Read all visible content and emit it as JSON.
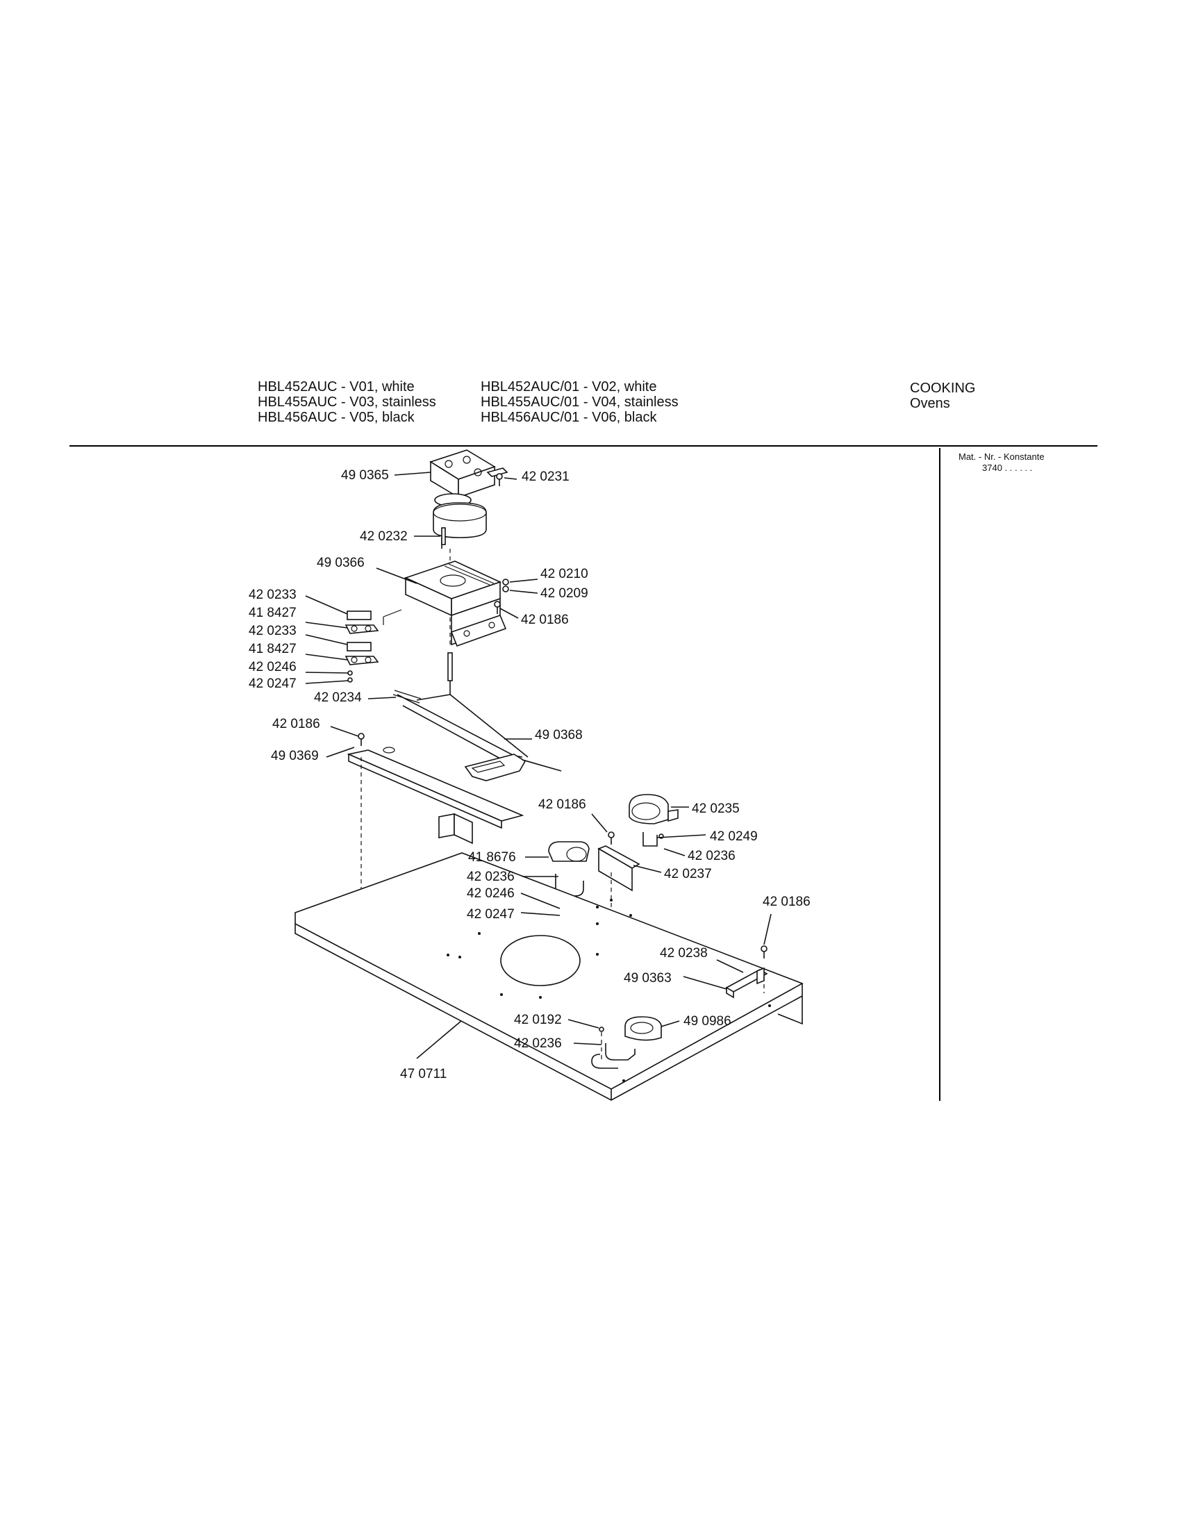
{
  "header": {
    "models_left": [
      "HBL452AUC - V01, white",
      "HBL455AUC - V03, stainless",
      "HBL456AUC - V05, black"
    ],
    "models_right": [
      "HBL452AUC/01 - V02, white",
      "HBL455AUC/01 - V04, stainless",
      "HBL456AUC/01 - V06, black"
    ],
    "category": "COOKING",
    "subcategory": "Ovens"
  },
  "mat_nr": {
    "label": "Mat. - Nr. - Konstante",
    "value": "3740 . .   . . . ."
  },
  "callouts": [
    "49 0365",
    "42 0231",
    "42 0232",
    "49 0366",
    "42 0210",
    "42 0209",
    "42 0186",
    "42 0233",
    "41 8427",
    "42 0233",
    "41 8427",
    "42 0246",
    "42 0247",
    "42 0234",
    "42 0186",
    "49 0368",
    "49 0369",
    "42 0186",
    "42 0235",
    "42 0249",
    "42 0236",
    "41 8676",
    "42 0237",
    "42 0236",
    "42 0246",
    "42 0247",
    "42 0186",
    "42 0238",
    "49 0363",
    "42 0192",
    "49 0986",
    "42 0236",
    "47 0711"
  ]
}
